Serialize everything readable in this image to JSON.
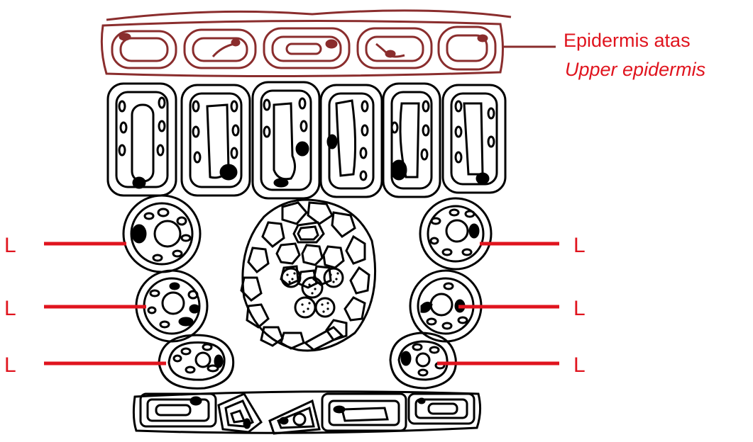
{
  "labels": {
    "upper_epidermis_local": "Epidermis atas",
    "upper_epidermis_english": "Upper epidermis",
    "left_markers": [
      "L",
      "L",
      "L"
    ],
    "right_markers": [
      "L",
      "L",
      "L"
    ]
  },
  "colors": {
    "label_red": "#e0141e",
    "epidermis_brown": "#8a2d2d",
    "outline_black": "#000000"
  }
}
